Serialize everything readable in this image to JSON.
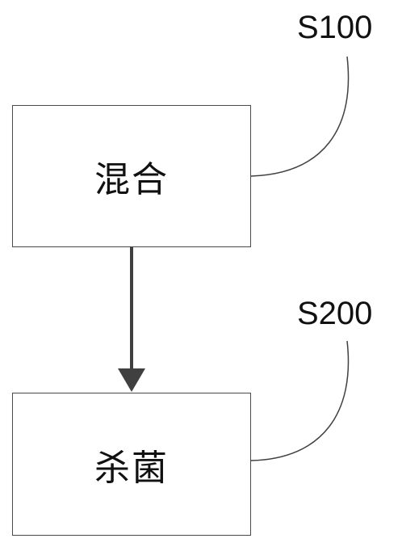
{
  "steps": [
    {
      "id": "S100",
      "label": "混合"
    },
    {
      "id": "S200",
      "label": "杀菌"
    }
  ],
  "colors": {
    "border": "#4a4a4a",
    "arrow": "#404040",
    "leader": "#404040",
    "text": "#111111"
  }
}
